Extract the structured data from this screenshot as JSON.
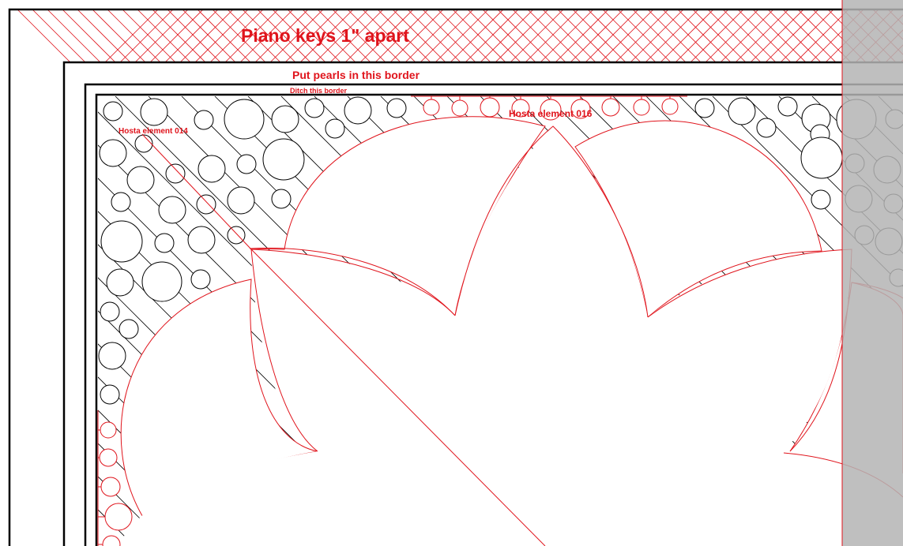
{
  "labels": {
    "piano_keys": "Piano keys 1\" apart",
    "pearls": "Put pearls in this border",
    "ditch": "Ditch this border",
    "hosta_left": "Hosta element 014",
    "hosta_top": "Hosta element 016"
  },
  "colors": {
    "design_line": "#e0141c",
    "border_line": "#000000",
    "pebble_line": "#000000",
    "overlay": "#b4b4b4"
  }
}
